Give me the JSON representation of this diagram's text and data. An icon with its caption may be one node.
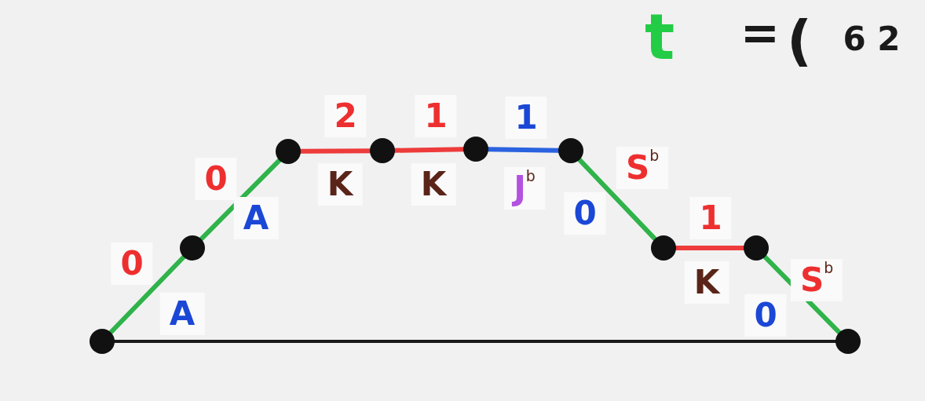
{
  "diagram": {
    "nodes": [
      {
        "text": [],
        "shape": "circle"
      },
      {
        "text": [],
        "shape": "circle"
      },
      {
        "text": [],
        "shape": "circle"
      },
      {
        "text": [],
        "shape": "circle"
      },
      {
        "text": [],
        "shape": "circle"
      },
      {
        "text": [],
        "shape": "circle"
      },
      {
        "text": [],
        "shape": "circle"
      },
      {
        "text": [],
        "shape": "circle"
      },
      {
        "text": [],
        "shape": "circle"
      }
    ],
    "edges": [
      {
        "from": 0,
        "to": 1,
        "arrow": "none"
      },
      {
        "from": 1,
        "to": 2,
        "arrow": "none"
      },
      {
        "from": 2,
        "to": 3,
        "arrow": "none",
        "color": "#ee3b3b"
      },
      {
        "from": 3,
        "to": 4,
        "arrow": "none",
        "color": "#ee3b3b"
      },
      {
        "from": 4,
        "to": 5,
        "arrow": "none",
        "color": "#2a62e0"
      },
      {
        "from": 5,
        "to": 6,
        "arrow": "none"
      },
      {
        "from": 6,
        "to": 7,
        "arrow": "none",
        "color": "#ee3b3b"
      },
      {
        "from": 7,
        "to": 8,
        "arrow": "none"
      },
      {
        "from": 0,
        "to": 8,
        "arrow": "none",
        "color": "#1a1a1a"
      }
    ],
    "labels": [
      "t",
      "=",
      "(",
      "6 2",
      "2",
      "1",
      "1",
      "0",
      "S$^{b}$",
      "K",
      "K",
      "J$^{b}$",
      "A",
      "0",
      "1",
      "0",
      "K",
      "S$^{b}$",
      "A",
      "0"
    ]
  }
}
